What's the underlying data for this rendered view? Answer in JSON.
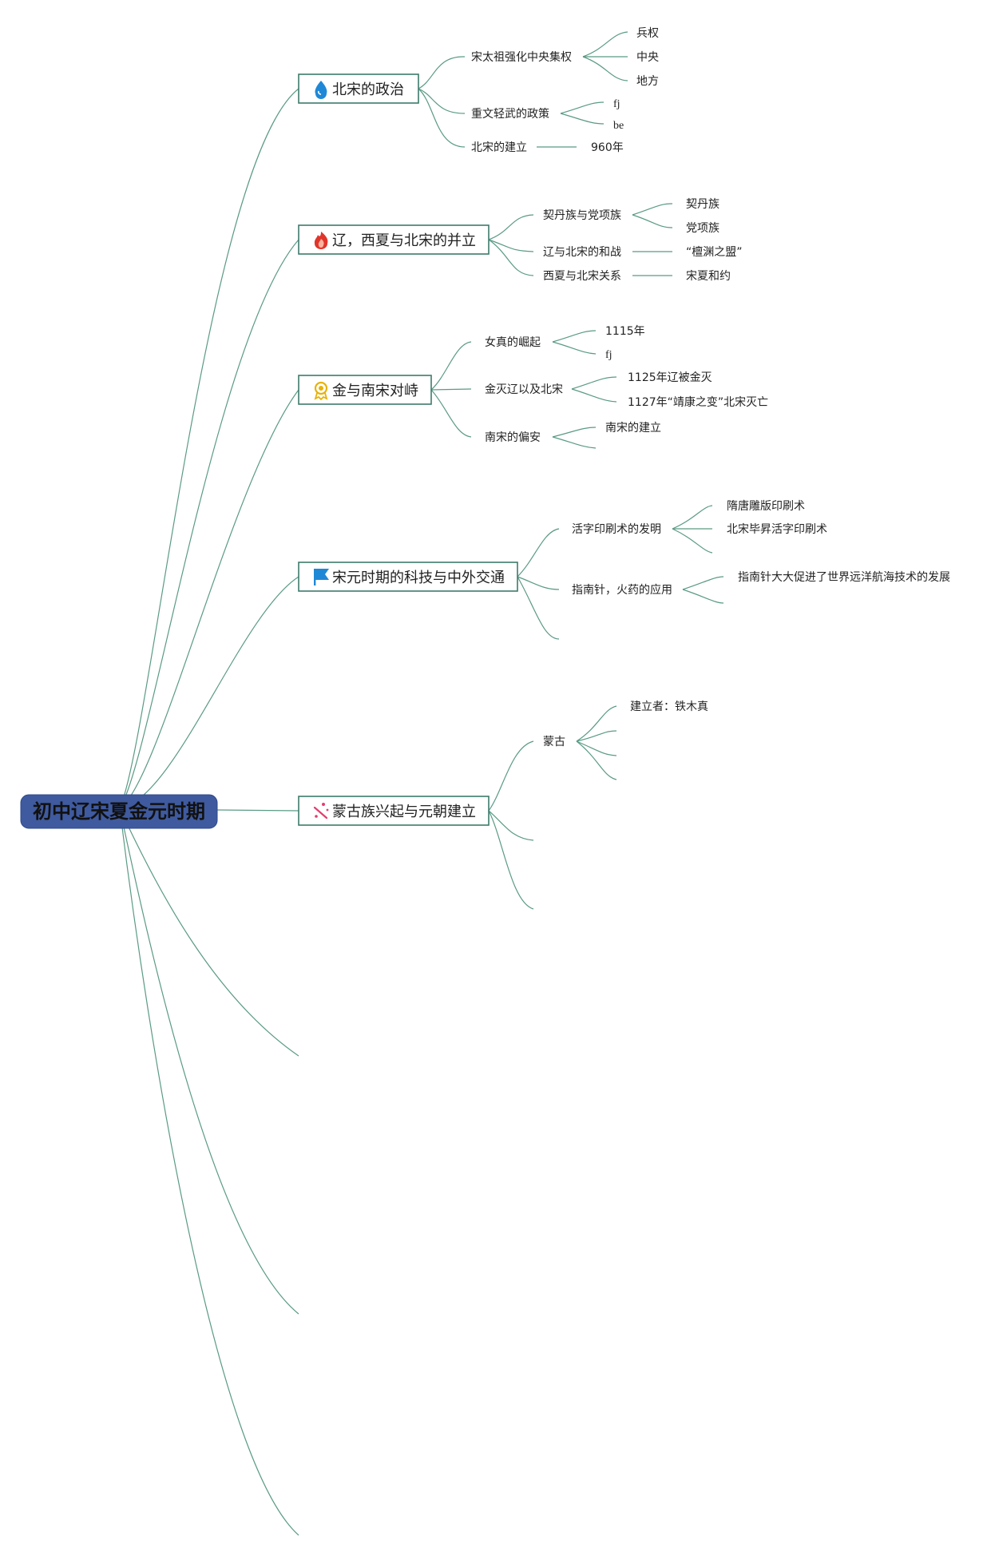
{
  "root": {
    "label": "初中辽宋夏金元时期"
  },
  "topics": [
    {
      "label": "北宋的政治",
      "icon": "water-drop-icon",
      "subtopics": [
        {
          "label": "宋太祖强化中央集权",
          "children": [
            "兵权",
            "中央",
            "地方"
          ]
        },
        {
          "label": "重文轻武的政策",
          "children": [
            "fj",
            "be"
          ]
        },
        {
          "label": "北宋的建立",
          "children": [
            "960年"
          ]
        }
      ]
    },
    {
      "label": "辽，西夏与北宋的并立",
      "icon": "fire-icon",
      "subtopics": [
        {
          "label": "契丹族与党项族",
          "children": [
            "契丹族",
            "党项族"
          ]
        },
        {
          "label": "辽与北宋的和战",
          "children": [
            "“檀渊之盟”"
          ]
        },
        {
          "label": "西夏与北宋关系",
          "children": [
            "宋夏和约"
          ]
        }
      ]
    },
    {
      "label": "金与南宋对峙",
      "icon": "award-medal-icon",
      "subtopics": [
        {
          "label": "女真的崛起",
          "children": [
            "1115年",
            "fj"
          ]
        },
        {
          "label": "金灭辽以及北宋",
          "children": [
            "1125年辽被金灭",
            "1127年“靖康之变”北宋灭亡"
          ]
        },
        {
          "label": "南宋的偏安",
          "children": [
            "南宋的建立",
            ""
          ]
        }
      ]
    },
    {
      "label": "宋元时期的科技与中外交通",
      "icon": "flag-icon",
      "subtopics": [
        {
          "label": "活字印刷术的发明",
          "children": [
            "隋唐雕版印刷术",
            "北宋毕昇活字印刷术",
            ""
          ]
        },
        {
          "label": "指南针，火药的应用",
          "children": [
            "指南针大大促进了世界远洋航海技术的发展",
            ""
          ]
        },
        {
          "label": "",
          "children": []
        }
      ]
    },
    {
      "label": "蒙古族兴起与元朝建立",
      "icon": "magic-wand-icon",
      "subtopics": [
        {
          "label": "蒙古",
          "children": [
            "建立者：铁木真",
            "",
            "",
            ""
          ]
        },
        {
          "label": "",
          "children": []
        },
        {
          "label": "",
          "children": []
        }
      ]
    },
    {
      "label": "",
      "icon": "",
      "subtopics": []
    },
    {
      "label": "",
      "icon": "",
      "subtopics": []
    },
    {
      "label": "",
      "icon": "",
      "subtopics": []
    }
  ],
  "colors": {
    "root_fill": "#3f5a9e",
    "root_border": "#2f4a8c",
    "branch_line": "#5a9a85",
    "topic_border": "#3d7b6a",
    "icon_blue": "#1f88d6",
    "icon_red": "#e0352b",
    "icon_gold": "#e8b20a",
    "icon_pink": "#e23d6f"
  }
}
